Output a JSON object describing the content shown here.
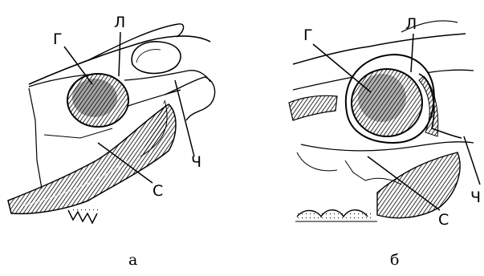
{
  "panels": [
    {
      "caption": "а",
      "labels": {
        "g": "Г",
        "l": "Л",
        "ch": "Ч",
        "s": "С"
      }
    },
    {
      "caption": "б",
      "labels": {
        "g": "Г",
        "l": "Л",
        "ch": "Ч",
        "s": "С"
      }
    }
  ]
}
